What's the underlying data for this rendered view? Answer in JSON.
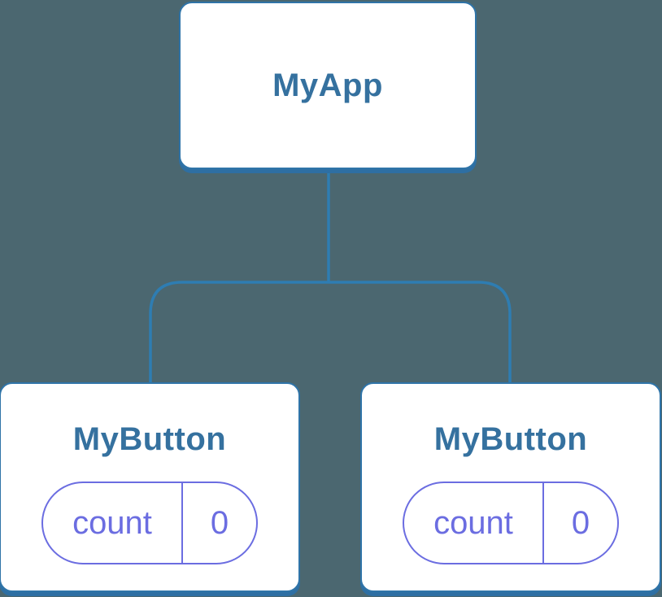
{
  "diagram": {
    "type": "component-tree",
    "root": {
      "label": "MyApp"
    },
    "children": [
      {
        "label": "MyButton",
        "state": {
          "key": "count",
          "value": "0"
        }
      },
      {
        "label": "MyButton",
        "state": {
          "key": "count",
          "value": "0"
        }
      }
    ],
    "colors": {
      "background": "#4B6770",
      "node_border": "#2F74A8",
      "node_shadow": "#2E6FA3",
      "node_text": "#35719F",
      "connector": "#2E7DB2",
      "state_accent": "#6B6DE1"
    }
  }
}
